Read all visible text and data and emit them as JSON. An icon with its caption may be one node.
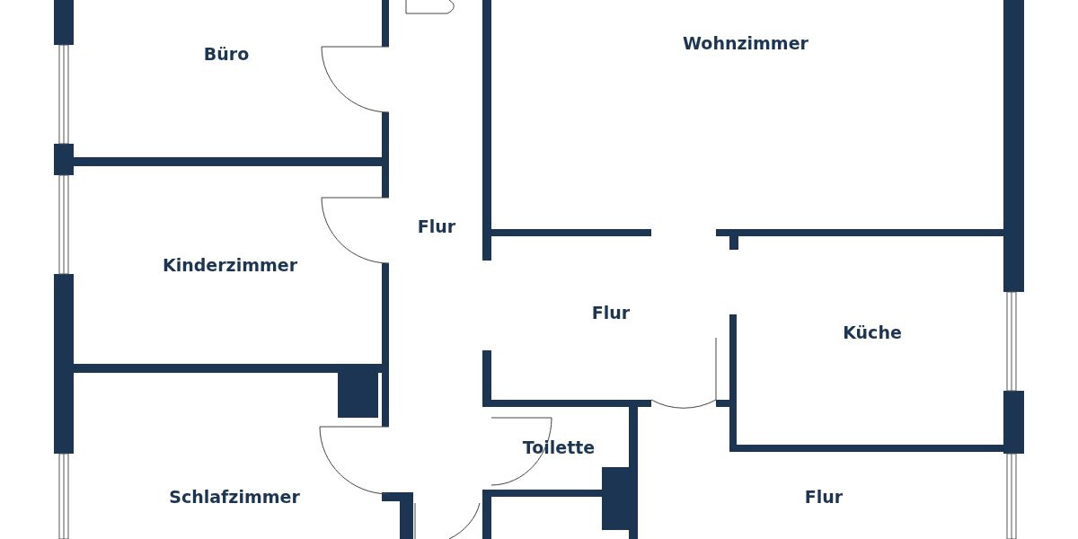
{
  "diagram": {
    "nodes": [
      {
        "text": [
          "Büro"
        ]
      },
      {
        "text": [
          "Wohnzimmer"
        ]
      },
      {
        "text": [
          "Flur"
        ]
      },
      {
        "text": [
          "Kinderzimmer"
        ]
      },
      {
        "text": [
          "Flur"
        ]
      },
      {
        "text": [
          "Küche"
        ]
      },
      {
        "text": [
          "Toilette"
        ]
      },
      {
        "text": [
          "Schlafzimmer"
        ]
      },
      {
        "text": [
          "Flur"
        ]
      }
    ]
  }
}
